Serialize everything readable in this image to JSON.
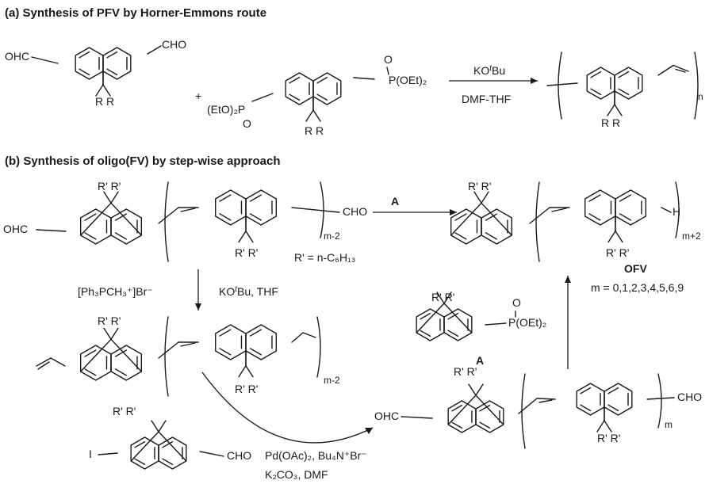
{
  "section_a": {
    "title": "(a) Synthesis of PFV by Horner-Emmons route",
    "monomer1_left_group": "OHC",
    "monomer1_right_group": "CHO",
    "monomer1_substituents": "R R",
    "plus_sign": "+",
    "monomer2_left_group": "(EtO)₂P",
    "monomer2_left_oxo": "O",
    "monomer2_right_group": "P(OEt)₂",
    "monomer2_right_oxo": "O",
    "monomer2_substituents": "R R",
    "reagent_base": "KO",
    "reagent_base_italic": "t",
    "reagent_base_end": "Bu",
    "solvent": "DMF-THF",
    "polymer_substituents": "R R",
    "polymer_subscript": "n"
  },
  "section_b": {
    "title": "(b) Synthesis of oligo(FV) by step-wise approach",
    "start_left_group": "OHC",
    "start_right_group": "CHO",
    "start_substituents_top": "R' R'",
    "start_substituents_bottom": "R' R'",
    "start_subscript": "m-2",
    "r_definition": "R' = n-C₆H₁₃",
    "reagent_A_label": "A",
    "wittig_reagent": "[Ph₃PCH₃⁺]Br⁻",
    "wittig_base": "KO",
    "wittig_base_italic": "t",
    "wittig_base_end": "Bu, THF",
    "vinyl_substituents_top": "R' R'",
    "vinyl_substituents_bottom": "R' R'",
    "vinyl_subscript": "m-2",
    "iodo_group": "I",
    "iodo_aldehyde_group": "CHO",
    "iodo_substituents": "R' R'",
    "heck_catalyst": "Pd(OAc)₂, Bu₄N⁺Br⁻",
    "heck_conditions": "K₂CO₃, DMF",
    "product_right_H": "H",
    "product_substituents_top": "R' R'",
    "product_substituents_bottom": "R' R'",
    "product_subscript": "m+2",
    "product_label": "OFV",
    "product_m_values": "m = 0,1,2,3,4,5,6,9",
    "phosphonate_group": "P(OEt)₂",
    "phosphonate_oxo": "O",
    "phosphonate_substituents": "R' R'",
    "phosphonate_label": "A",
    "intermediate_left_group": "OHC",
    "intermediate_right_group": "CHO",
    "intermediate_substituents_top": "R' R'",
    "intermediate_substituents_bottom": "R' R'",
    "intermediate_subscript": "m"
  }
}
